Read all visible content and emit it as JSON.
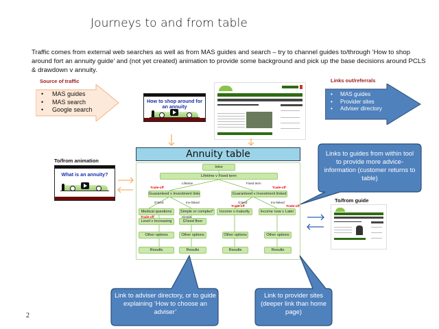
{
  "page": {
    "title": "Journeys to and from table",
    "intro": "Traffic comes from external web searches as well as from MAS guides and search – try to channel guides to/through ‘How to shop around fort an annuity guide’ and (not yet created) animation  to provide some background and pick up the base decisions around PCLS & drawdown v annuity.",
    "page_number": "2"
  },
  "source_of_traffic": {
    "heading": "Source of traffic",
    "items": [
      "MAS guides",
      "MAS search",
      "Google search"
    ]
  },
  "links_out": {
    "heading": "Links out/referrals",
    "items": [
      "MAS guides",
      "Provider sites",
      "Adviser directory"
    ]
  },
  "video_shop": {
    "title_line1": "How to shop around for",
    "title_line2": "an annuity"
  },
  "animation": {
    "heading": "To/from animation",
    "video_title": "What is an annuity?"
  },
  "guide": {
    "heading": "To/from guide"
  },
  "annuity_table": {
    "header": "Annuity table",
    "nodes": {
      "intro": "Intro",
      "lifetime_fixed": "Lifetime v Fixed term",
      "guaranteed_left": "Guaranteed v Investment linked",
      "guaranteed_right": "Guaranteed v Investment linked",
      "medical": "Medical questions",
      "simple_complex": "Simple or complex*",
      "income_maturity": "Income v maturity",
      "income_now_later": "Income now v Later",
      "level_increasing": "Level v Increasing",
      "gteed_floor": "G'teed floor",
      "other1": "Other options",
      "other2": "Other options",
      "other3": "Other options",
      "other4": "Other options",
      "results1": "Results",
      "results2": "Results",
      "results3": "Results",
      "results4": "Results"
    },
    "edge_labels": {
      "lifetime": "Lifetime",
      "fixed_term": "Fixed term",
      "gteed_left": "G'teed",
      "inv_linked_left": "Inv-linked",
      "gteed_right": "G'teed",
      "inv_linked_right": "Inv-linked",
      "simple": "Simple"
    },
    "tradeoff_label": "Trade-off"
  },
  "callouts": {
    "guides_within_tool": "Links to guides from within tool to provide more advice-information (customer returns to table)",
    "adviser_directory": "Link to adviser directory, or to guide explaining ‘How to choose an adviser’",
    "provider_sites": "Link to provider sites (deeper link than home page)"
  },
  "colors": {
    "callout_blue": "#4f81bd",
    "callout_border": "#2c4d75",
    "source_arrow_fill": "#fde9d9",
    "arrow_orange": "#f6b26b",
    "node_green": "#c9e8a9",
    "table_header_blue": "#9bd3e8",
    "heading_red": "#9b1a1a",
    "connector_blue": "#2f5fb0"
  }
}
